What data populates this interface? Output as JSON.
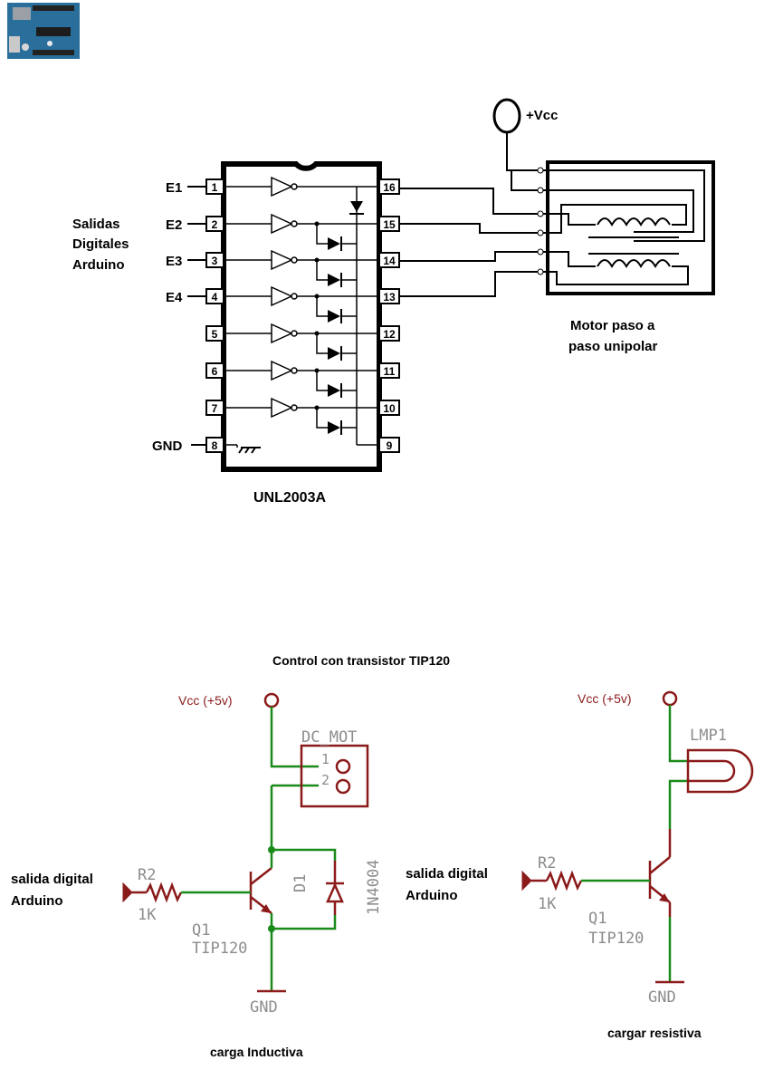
{
  "top_diagram": {
    "inputs": [
      "E1",
      "E2",
      "E3",
      "E4"
    ],
    "input_group_label": [
      "Salidas",
      "Digitales",
      "Arduino"
    ],
    "gnd_label": "GND",
    "left_pins": [
      "1",
      "2",
      "3",
      "4",
      "5",
      "6",
      "7",
      "8"
    ],
    "right_pins": [
      "16",
      "15",
      "14",
      "13",
      "12",
      "11",
      "10",
      "9"
    ],
    "chip_name": "UNL2003A",
    "vcc_label": "+Vcc",
    "motor_label": [
      "Motor paso a",
      "paso unipolar"
    ]
  },
  "bottom_section": {
    "title": "Control con transistor TIP120",
    "left_circuit": {
      "vcc_label": "Vcc (+5v)",
      "motor_name": "DC_MOT",
      "motor_pins": [
        "1",
        "2"
      ],
      "input_label": [
        "salida digital",
        "Arduino"
      ],
      "resistor_name": "R2",
      "resistor_value": "1K",
      "diode_name": "D1",
      "diode_part": "1N4004",
      "transistor_name": "Q1",
      "transistor_part": "TIP120",
      "gnd_label": "GND",
      "caption": "carga Inductiva"
    },
    "right_circuit": {
      "vcc_label": "Vcc (+5v)",
      "lamp_name": "LMP1",
      "input_label": [
        "salida digital",
        "Arduino"
      ],
      "resistor_name": "R2",
      "resistor_value": "1K",
      "transistor_name": "Q1",
      "transistor_part": "TIP120",
      "gnd_label": "GND",
      "caption": "cargar resistiva"
    }
  },
  "colors": {
    "wire_green": "#1a8a1a",
    "component_red": "#8b1a1a",
    "label_gray": "#8c8c8c"
  }
}
